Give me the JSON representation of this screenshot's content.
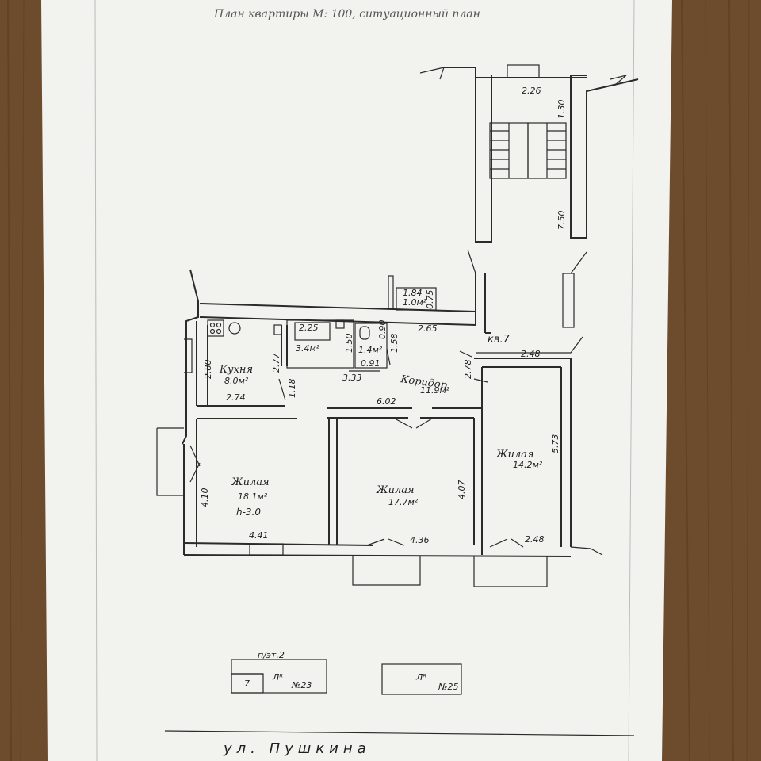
{
  "header": {
    "title": "План квартиры М: 100, ситуационный план"
  },
  "apartment": {
    "label": "кв.7"
  },
  "staircase": {
    "width": "2.26",
    "depth_top": "1.30",
    "depth": "7.50"
  },
  "rooms": {
    "kitchen": {
      "name": "Кухня",
      "area": "8.0м²",
      "w_top": "2.80",
      "h": "2.77",
      "w_bottom": "2.74",
      "door": "1.18"
    },
    "bathroom": {
      "w": "2.25",
      "area": "3.4м²",
      "d": "1.50"
    },
    "wc": {
      "area": "1.4м²",
      "w": "0.91",
      "d": "1.58",
      "top": "0.90"
    },
    "closet": {
      "w": "1.84",
      "area": "1.0м²",
      "d": "0.75"
    },
    "corridor": {
      "name": "Коридор",
      "area": "11.9м²",
      "len_top": "2.65",
      "side": "2.78",
      "bath_bottom": "3.33",
      "bottom": "6.02"
    },
    "living1": {
      "name": "Жилая",
      "area": "18.1м²",
      "height": "h-3.0",
      "depth": "4.10",
      "width": "4.41"
    },
    "living2": {
      "name": "Жилая",
      "area": "17.7м²",
      "depth": "4.07",
      "width": "4.36"
    },
    "living3": {
      "name": "Жилая",
      "area": "14.2м²",
      "depth": "5.73",
      "w_top": "2.48",
      "w_bottom": "2.48"
    }
  },
  "site_plan": {
    "left_box": {
      "top_label": "п/эт.2",
      "number": "7",
      "letter": "Лᴿ",
      "code": "№23"
    },
    "right_box": {
      "letter": "Лᴿ",
      "code": "№25"
    },
    "street": "ул. Пушкина"
  }
}
